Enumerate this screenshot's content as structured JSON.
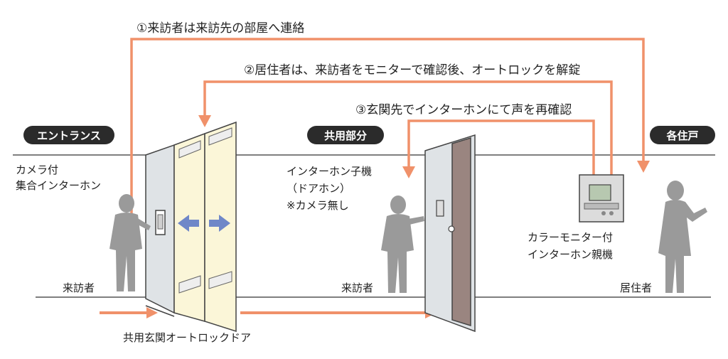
{
  "steps": {
    "step1": "①来訪者は来訪先の部屋へ連絡",
    "step2": "②居住者は、来訪者をモニターで確認後、オートロックを解錠",
    "step3": "③玄関先でインターホンにて声を再確認"
  },
  "sections": {
    "entrance": "エントランス",
    "common": "共用部分",
    "unit": "各住戸"
  },
  "labels": {
    "camera_line1": "カメラ付",
    "camera_line2": "集合インターホン",
    "child_line1": "インターホン子機",
    "child_line2": "（ドアホン）",
    "child_line3": "※カメラ無し",
    "monitor_line1": "カラーモニター付",
    "monitor_line2": "インターホン親機",
    "visitor1": "来訪者",
    "visitor2": "来訪者",
    "resident": "居住者",
    "autolock_door": "共用玄関オートロックドア"
  },
  "colors": {
    "orange": "#F0916A",
    "dark": "#2b2b2b",
    "gray": "#9a9a9a",
    "blue": "#6f87c8",
    "glass": "#fbf6d8"
  }
}
